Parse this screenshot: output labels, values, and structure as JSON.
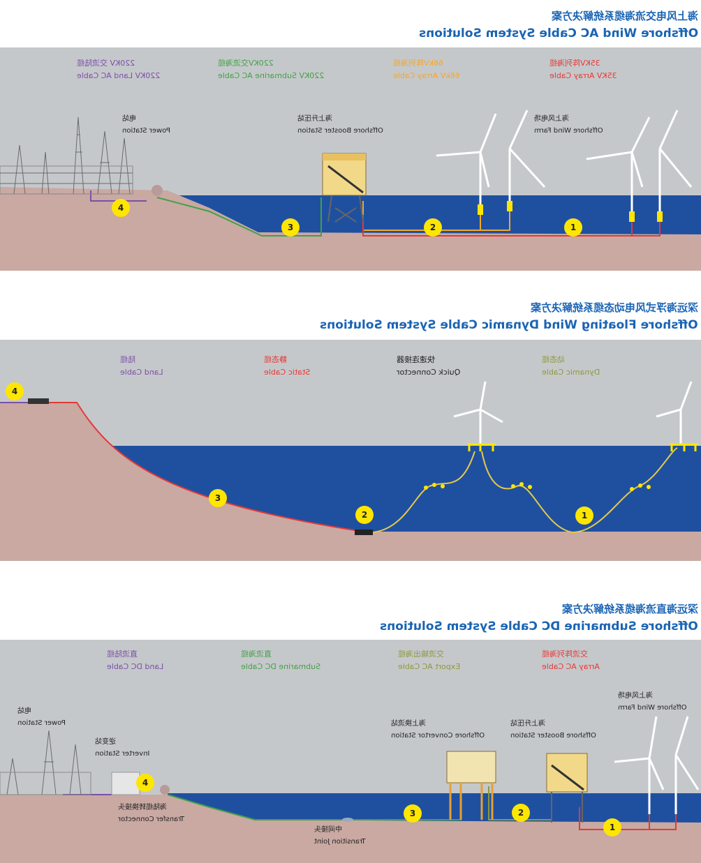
{
  "ac": {
    "title_cn": "海上风电交流海缆系统解决方案",
    "title_en": "Offshore Wind AC Cable System Solutions",
    "legend": [
      {
        "num": "1",
        "cn": "35KV阵列海缆",
        "en": "35KV Array Cable",
        "color": "#e53935"
      },
      {
        "num": "2",
        "cn": "66kV阵列海缆",
        "en": "66kV Array Cable",
        "color": "#f4a62a"
      },
      {
        "num": "3",
        "cn": "220KV交流海缆",
        "en": "220KV Submarine AC Cable",
        "color": "#43a047"
      },
      {
        "num": "4",
        "cn": "220KV 交流陆缆",
        "en": "220KV Land AC Cable",
        "color": "#7b4fa6"
      }
    ],
    "labels": {
      "wind_cn": "海上风电场",
      "wind_en": "Offshore Wind Farm",
      "booster_cn": "海上升压站",
      "booster_en": "Offshore Booster Station",
      "power_cn": "电站",
      "power_en": "Power Station"
    },
    "markers": [
      "1",
      "2",
      "3",
      "4"
    ]
  },
  "floating": {
    "title_cn": "深远海浮式风电动态缆系统解决方案",
    "title_en": "Offshore Floating Wind Dynamic Cable System Solutions",
    "legend": [
      {
        "num": "1",
        "cn": "动态缆",
        "en": "Dynamic Cable",
        "color": "#8a9a3a"
      },
      {
        "num": "2",
        "cn": "快速连接器",
        "en": "Quick Connector",
        "color": "#222222"
      },
      {
        "num": "3",
        "cn": "静态缆",
        "en": "Static Cable",
        "color": "#e53935"
      },
      {
        "num": "4",
        "cn": "陆缆",
        "en": "Land Cable",
        "color": "#7b4fa6"
      }
    ],
    "markers": [
      "1",
      "2",
      "3",
      "4"
    ]
  },
  "dc": {
    "title_cn": "深远海直流海缆系统解决方案",
    "title_en": "Offshore Submarine DC Cable System Solutions",
    "legend": [
      {
        "num": "1",
        "cn": "交流阵列海缆",
        "en": "Array AC Cable",
        "color": "#e53935"
      },
      {
        "num": "2",
        "cn": "交流输出海缆",
        "en": "Export AC Cable",
        "color": "#8a9a3a"
      },
      {
        "num": "3",
        "cn": "直流海缆",
        "en": "Submarine DC Cable",
        "color": "#43a047"
      },
      {
        "num": "4",
        "cn": "直流陆缆",
        "en": "Land DC Cable",
        "color": "#7b4fa6"
      }
    ],
    "labels": {
      "wind_cn": "海上风电场",
      "wind_en": "Offshore Wind Farm",
      "booster_cn": "海上升压站",
      "booster_en": "Offshore Booster Station",
      "converter_cn": "海上换流站",
      "converter_en": "Offshore Convertor Station",
      "inverter_cn": "逆变站",
      "inverter_en": "Inverter Station",
      "power_cn": "电站",
      "power_en": "Power Station",
      "transfer_cn": "海陆缆转换接头",
      "transfer_en": "Transfer Connector",
      "joint_cn": "中间接头",
      "joint_en": "Transition Joint"
    },
    "markers": [
      "1",
      "2",
      "3",
      "4"
    ]
  },
  "colors": {
    "sky": "#c5c8cb",
    "sea": "#1f50a0",
    "ground": "#c9a9a2",
    "title": "#1a64b4",
    "marker": "#ffe600"
  }
}
